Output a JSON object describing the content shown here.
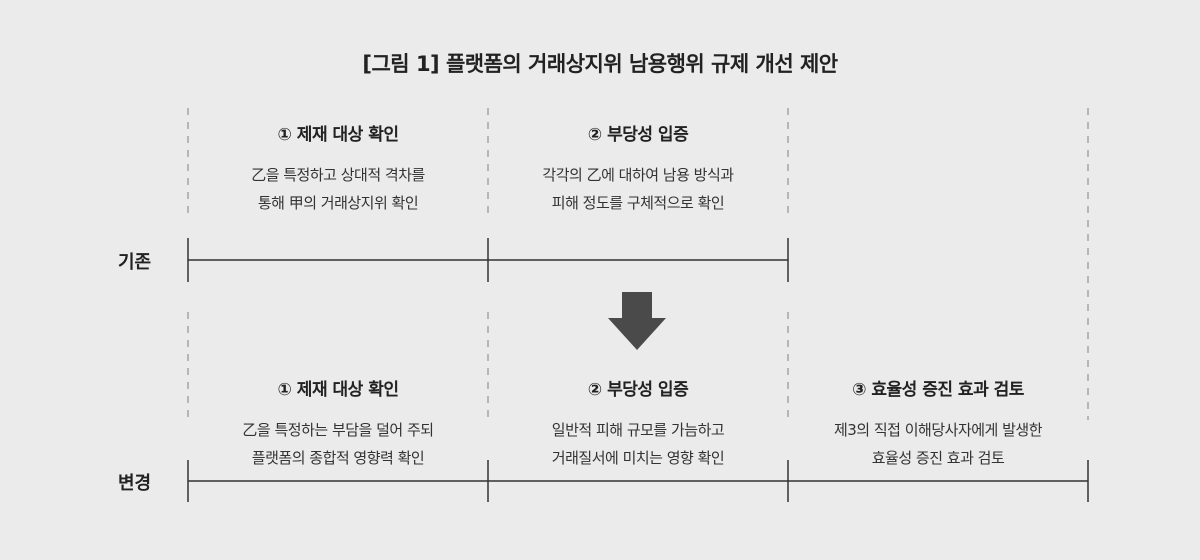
{
  "title": "[그림 1] 플랫폼의 거래상지위 남용행위 규제 개선 제안",
  "rows": {
    "before": {
      "label": "기존",
      "steps": [
        {
          "heading": "① 제재 대상 확인",
          "lines": [
            "乙을 특정하고 상대적 격차를",
            "통해 甲의 거래상지위 확인"
          ]
        },
        {
          "heading": "② 부당성 입증",
          "lines": [
            "각각의 乙에 대하여 남용 방식과",
            "피해 정도를 구체적으로 확인"
          ]
        }
      ]
    },
    "after": {
      "label": "변경",
      "steps": [
        {
          "heading": "① 제재 대상 확인",
          "lines": [
            "乙을 특정하는 부담을 덜어 주되",
            "플랫폼의 종합적 영향력 확인"
          ]
        },
        {
          "heading": "② 부당성 입증",
          "lines": [
            "일반적 피해 규모를 가늠하고",
            "거래질서에 미치는 영향 확인"
          ]
        },
        {
          "heading": "③ 효율성 증진 효과 검토",
          "lines": [
            "제3의 직접 이해당사자에게 발생한",
            "효율성 증진 효과 검토"
          ]
        }
      ]
    }
  },
  "colors": {
    "background": "#ebebeb",
    "line": "#333333",
    "dash": "#9a9a9a",
    "arrow": "#4a4a4a"
  }
}
